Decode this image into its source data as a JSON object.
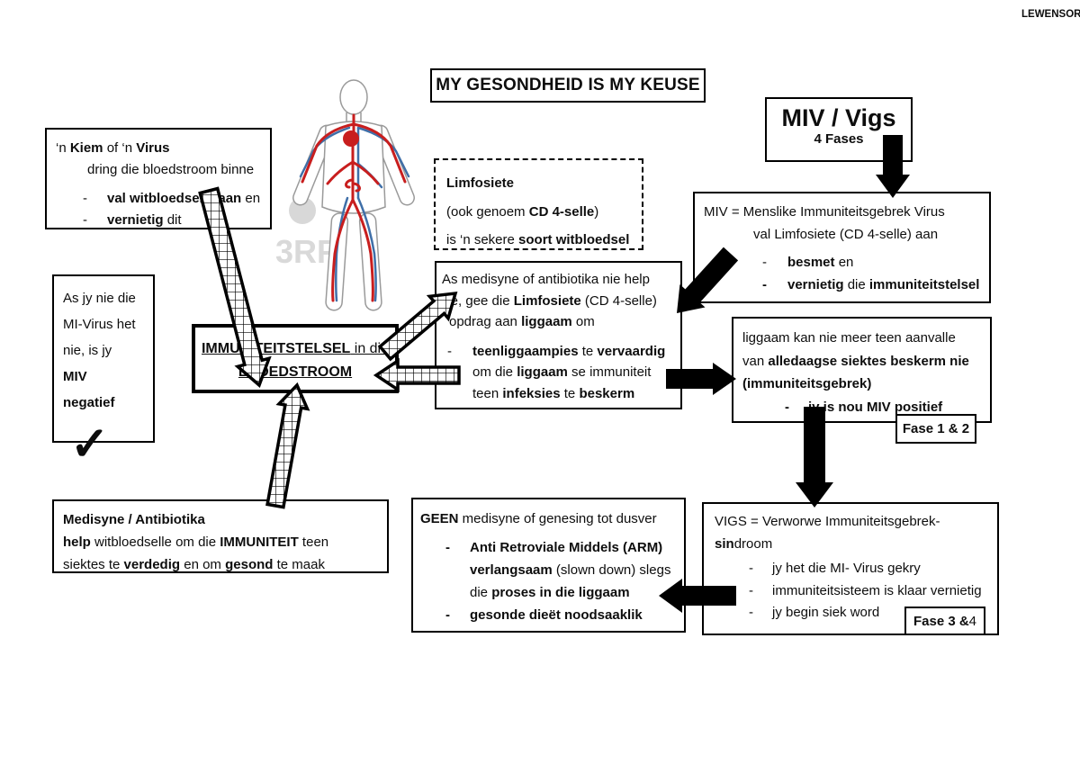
{
  "ui": {
    "dash": "-",
    "check_glyph": "✓"
  },
  "corner": {
    "text": "LEWENSOR"
  },
  "title": {
    "text": "MY GESONDHEID IS MY KEUSE"
  },
  "watermark": {
    "text": "3RF"
  },
  "kiem_box": {
    "line1": [
      {
        "t": "‘n ",
        "b": 0
      },
      {
        "t": "Kiem",
        "b": 1
      },
      {
        "t": " of ‘n ",
        "b": 0
      },
      {
        "t": "Virus",
        "b": 1
      }
    ],
    "line2": "dring die bloedstroom binne",
    "bullet1": [
      {
        "t": "val witbloedselle aan",
        "b": 1
      },
      {
        "t": " en",
        "b": 0
      }
    ],
    "bullet2": [
      {
        "t": "vernietig",
        "b": 1
      },
      {
        "t": " dit",
        "b": 0
      }
    ]
  },
  "mivvigs_box": {
    "title": "MIV / Vigs",
    "subtitle": "4 Fases"
  },
  "limf_box": {
    "line1": [
      {
        "t": "Limfosiete",
        "b": 1
      }
    ],
    "line2": [
      {
        "t": "(ook genoem ",
        "b": 0
      },
      {
        "t": "CD 4-selle",
        "b": 1
      },
      {
        "t": ")",
        "b": 0
      }
    ],
    "line3": [
      {
        "t": " is ‘n sekere ",
        "b": 0
      },
      {
        "t": "soort witbloedsel",
        "b": 1
      }
    ]
  },
  "miv_box": {
    "line1": "MIV = Menslike Immuniteitsgebrek Virus",
    "line2": "val Limfosiete (CD 4-selle) aan",
    "bullet1": [
      {
        "t": "besmet",
        "b": 1
      },
      {
        "t": " en",
        "b": 0
      }
    ],
    "bullet2": [
      {
        "t": "vernietig",
        "b": 1
      },
      {
        "t": " die ",
        "b": 0
      },
      {
        "t": "immuniteitstelsel",
        "b": 1
      }
    ]
  },
  "asmed_box": {
    "line1": "As medisyne of antibiotika nie help",
    "line2": [
      {
        "t": "nie, gee die ",
        "b": 0
      },
      {
        "t": "Limfosiete",
        "b": 1
      },
      {
        "t": " (CD 4-selle)",
        "b": 0
      }
    ],
    "line3": [
      {
        "t": "opdrag aan ",
        "b": 0
      },
      {
        "t": "liggaam",
        "b": 1
      },
      {
        "t": " om",
        "b": 0
      }
    ],
    "bullet1": [
      {
        "t": "teenliggaampies",
        "b": 1
      },
      {
        "t": " te ",
        "b": 0
      },
      {
        "t": "vervaardig",
        "b": 1
      }
    ],
    "cont1": [
      {
        "t": "om die ",
        "b": 0
      },
      {
        "t": "liggaam",
        "b": 1
      },
      {
        "t": " se immuniteit",
        "b": 0
      }
    ],
    "cont2": [
      {
        "t": "teen ",
        "b": 0
      },
      {
        "t": "infeksies",
        "b": 1
      },
      {
        "t": " te ",
        "b": 0
      },
      {
        "t": "beskerm",
        "b": 1
      }
    ]
  },
  "liggaam_box": {
    "line1": "liggaam kan nie meer teen aanvalle",
    "line2": [
      {
        "t": "van ",
        "b": 0
      },
      {
        "t": "alledaagse siektes beskerm nie",
        "b": 1
      }
    ],
    "line3": [
      {
        "t": "(immuniteitsgebrek)",
        "b": 1
      }
    ],
    "bullet1": [
      {
        "t": "jy is nou MIV positief",
        "b": 1
      }
    ]
  },
  "fase_labels": {
    "fase12": [
      {
        "t": "Fase 1 & 2",
        "b": 1
      }
    ],
    "fase34": [
      {
        "t": "Fase 3 & ",
        "b": 1
      },
      {
        "t": "4",
        "b": 0
      }
    ]
  },
  "neg_box": {
    "line1": "As jy nie die",
    "line2": "MI-Virus het",
    "line3": "nie, is jy",
    "line4": [
      {
        "t": "MIV",
        "b": 1
      }
    ],
    "line5": [
      {
        "t": "negatief",
        "b": 1
      }
    ]
  },
  "immun_box": {
    "line1": [
      {
        "t": "IMMUNITEITSTELSEL",
        "b": 1,
        "u": 1
      },
      {
        "t": " in die",
        "b": 0,
        "u": 1
      }
    ],
    "line2": [
      {
        "t": "BLOEDSTROOM",
        "b": 1,
        "u": 1
      }
    ]
  },
  "med_box": {
    "line1": [
      {
        "t": "Medisyne / Antibiotika",
        "b": 1
      }
    ],
    "line2": [
      {
        "t": "help",
        "b": 1
      },
      {
        "t": " witbloedselle om die ",
        "b": 0
      },
      {
        "t": "IMMUNITEIT",
        "b": 1
      },
      {
        "t": " teen",
        "b": 0
      }
    ],
    "line3": [
      {
        "t": "siektes te  ",
        "b": 0
      },
      {
        "t": "verdedig",
        "b": 1
      },
      {
        "t": " en om ",
        "b": 0
      },
      {
        "t": "gesond",
        "b": 1
      },
      {
        "t": " te maak",
        "b": 0
      }
    ]
  },
  "geen_box": {
    "line1": [
      {
        "t": "GEEN",
        "b": 1
      },
      {
        "t": " medisyne of genesing tot dusver",
        "b": 0
      }
    ],
    "bullet1": [
      {
        "t": "Anti Retroviale Middels  (ARM)",
        "b": 1
      }
    ],
    "cont1": [
      {
        "t": "verlangsaam",
        "b": 1
      },
      {
        "t": " (slown down) slegs",
        "b": 0
      }
    ],
    "cont2": [
      {
        "t": "die ",
        "b": 0
      },
      {
        "t": "proses in die liggaam",
        "b": 1
      }
    ],
    "bullet2": [
      {
        "t": "gesonde dieët noodsaaklik",
        "b": 1
      }
    ]
  },
  "vigs_box": {
    "line1": "VIGS  =  Verworwe  Immuniteitsgebrek-",
    "line2": [
      {
        "t": "sin",
        "b": 1
      },
      {
        "t": "droom",
        "b": 0
      }
    ],
    "bullet1": [
      {
        "t": "jy het die MI- Virus gekry",
        "b": 0
      }
    ],
    "bullet2": [
      {
        "t": "immuniteitsisteem is klaar vernietig",
        "b": 0
      }
    ],
    "bullet3": [
      {
        "t": "jy begin siek word",
        "b": 0
      }
    ]
  },
  "colors": {
    "artery": "#c81e1e",
    "vein": "#3f6fa8",
    "outline": "#9a9a9a",
    "watermark": "#d9d9d9"
  }
}
